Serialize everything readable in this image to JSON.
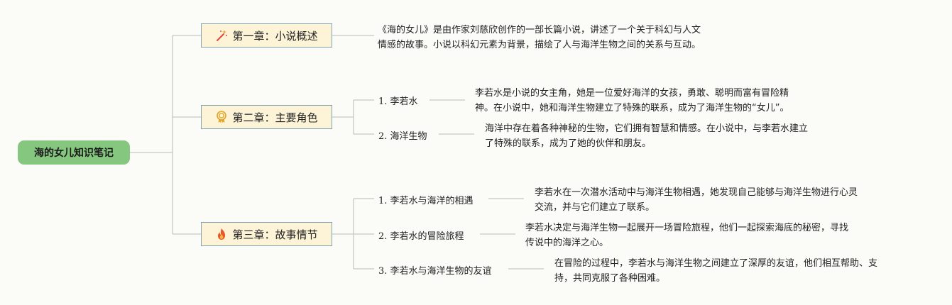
{
  "root": {
    "label": "海的女儿知识笔记"
  },
  "chapters": [
    {
      "label": "第一章：小说概述",
      "icon": "magic-wand-icon",
      "description_lines": [
        "《海的女儿》是由作家刘慈欣创作的一部长篇小说，讲述了一个关于科幻与人文",
        "情感的故事。小说以科幻元素为背景，描绘了人与海洋生物之间的关系与互动。"
      ]
    },
    {
      "label": "第二章：主要角色",
      "icon": "medal-icon",
      "items": [
        {
          "label": "1. 李若水",
          "description_lines": [
            "李若水是小说的女主角，她是一位爱好海洋的女孩，勇敢、聪明而富有冒险精",
            "神。在小说中，她和海洋生物建立了特殊的联系，成为了海洋生物的“女儿”。"
          ]
        },
        {
          "label": "2. 海洋生物",
          "description_lines": [
            "海洋中存在着各种神秘的生物，它们拥有智慧和情感。在小说中，与李若水建立",
            "了特殊的联系，成为了她的伙伴和朋友。"
          ]
        }
      ]
    },
    {
      "label": "第三章：故事情节",
      "icon": "fire-icon",
      "items": [
        {
          "label": "1. 李若水与海洋的相遇",
          "description_lines": [
            "李若水在一次潜水活动中与海洋生物相遇，她发现自己能够与海洋生物进行心灵",
            "交流，并与它们建立了联系。"
          ]
        },
        {
          "label": "2. 李若水的冒险旅程",
          "description_lines": [
            "李若水决定与海洋生物一起展开一场冒险旅程，他们一起探索海底的秘密，寻找",
            "传说中的海洋之心。"
          ]
        },
        {
          "label": "3. 李若水与海洋生物的友谊",
          "description_lines": [
            "在冒险的过程中，李若水与海洋生物之间建立了深厚的友谊，他们相互帮助、支",
            "持，共同克服了各种困难。"
          ]
        }
      ]
    }
  ],
  "colors": {
    "root_bg": "#85c77f",
    "chapter_bg": "#fdf3d6",
    "chapter_border": "#7fa3b0",
    "connector": "#c8c8c0",
    "fire": "#e8562a",
    "medal": "#e0a526",
    "wand": "#e04b3a"
  }
}
